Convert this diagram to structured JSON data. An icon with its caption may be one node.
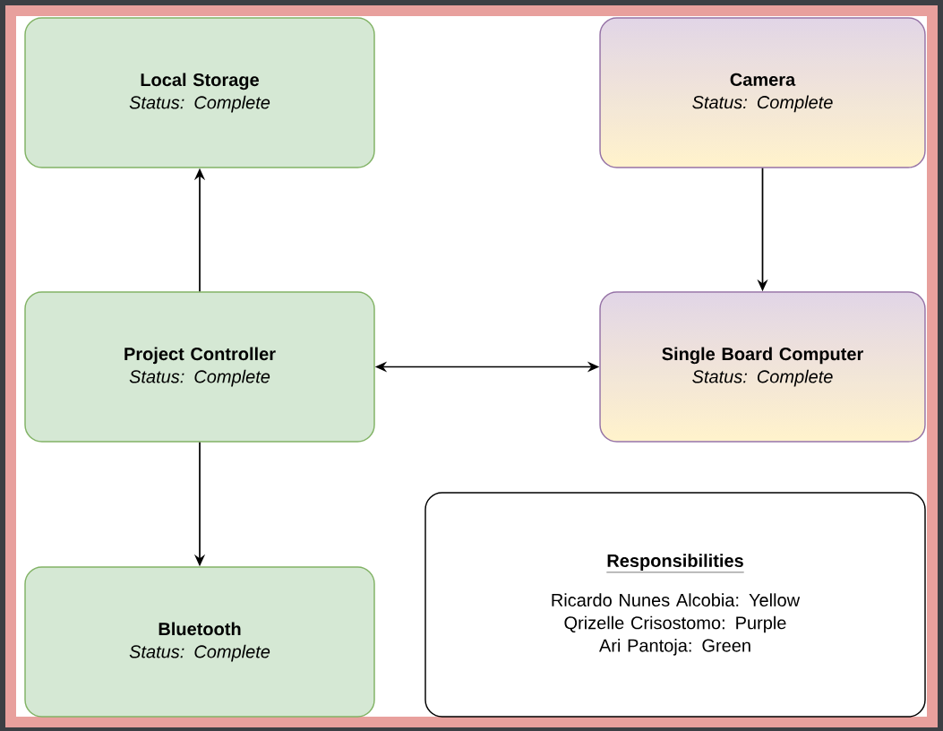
{
  "diagram": {
    "nodes": [
      {
        "text": [
          "Local Storage",
          "Status: Complete"
        ]
      },
      {
        "text": [
          "Camera",
          "Status: Complete"
        ]
      },
      {
        "text": [
          "Project Controller",
          "Status: Complete"
        ]
      },
      {
        "text": [
          "Single Board Computer",
          "Status: Complete"
        ]
      },
      {
        "text": [
          "Bluetooth",
          "Status: Complete"
        ]
      },
      {
        "text": [
          "Responsibilities",
          "Ricardo Nunes Alcobia: Yellow",
          "Qrizelle Crisostomo: Purple",
          "Ari Pantoja: Green"
        ]
      }
    ],
    "edges": [
      {
        "from": 2,
        "to": 0,
        "arrow": "to"
      },
      {
        "from": 1,
        "to": 3,
        "arrow": "to"
      },
      {
        "from": 2,
        "to": 3,
        "arrow": "both"
      },
      {
        "from": 2,
        "to": 4,
        "arrow": "to"
      }
    ]
  }
}
